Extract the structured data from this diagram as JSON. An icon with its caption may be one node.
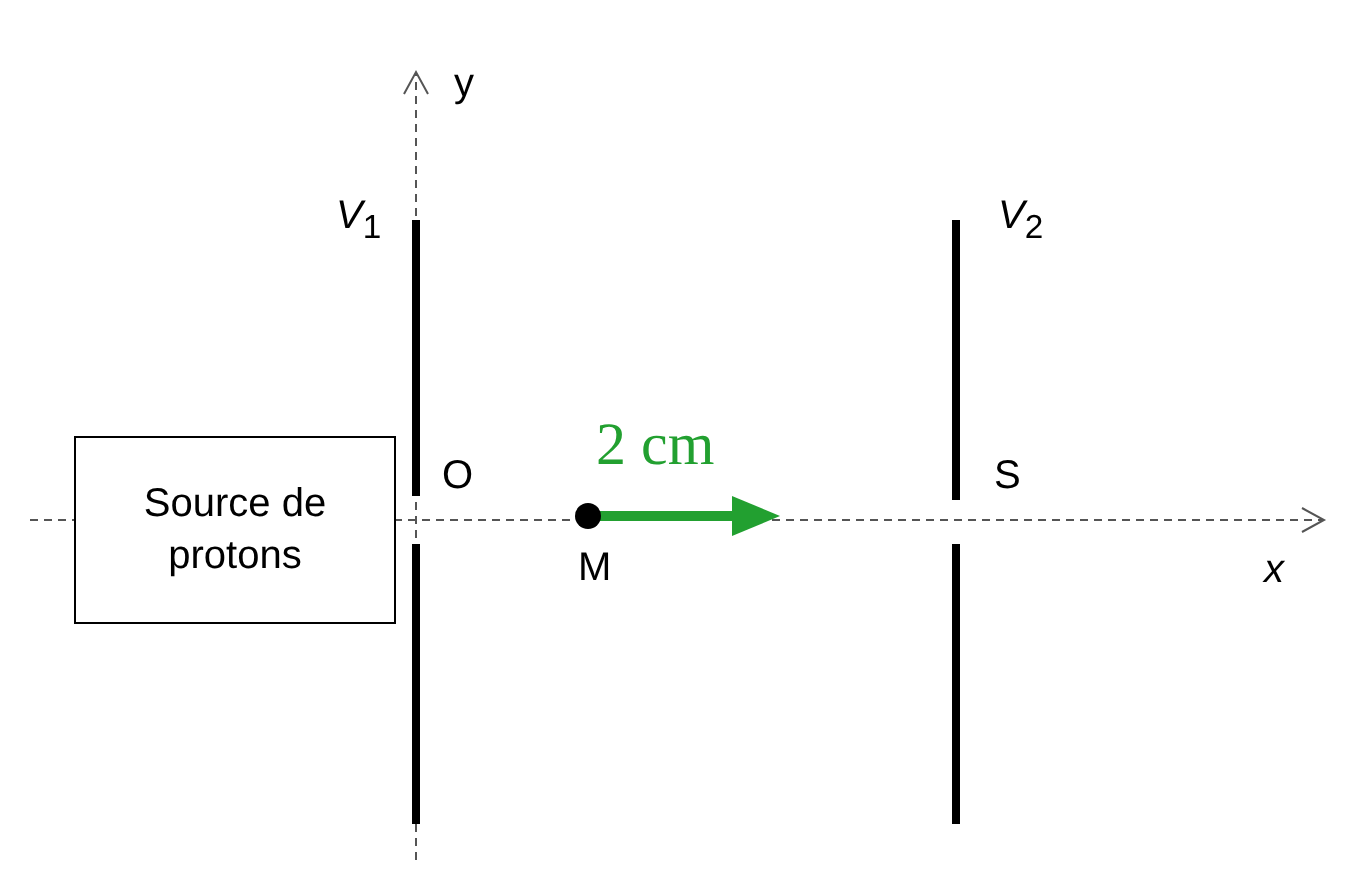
{
  "diagram": {
    "nodes": [
      {
        "text": [
          "Source de protons"
        ]
      }
    ],
    "labels": [
      "y",
      "*V*$_{1}$",
      "*V*$_{2}$",
      "2 cm",
      "O",
      "S",
      "M",
      "x"
    ]
  }
}
